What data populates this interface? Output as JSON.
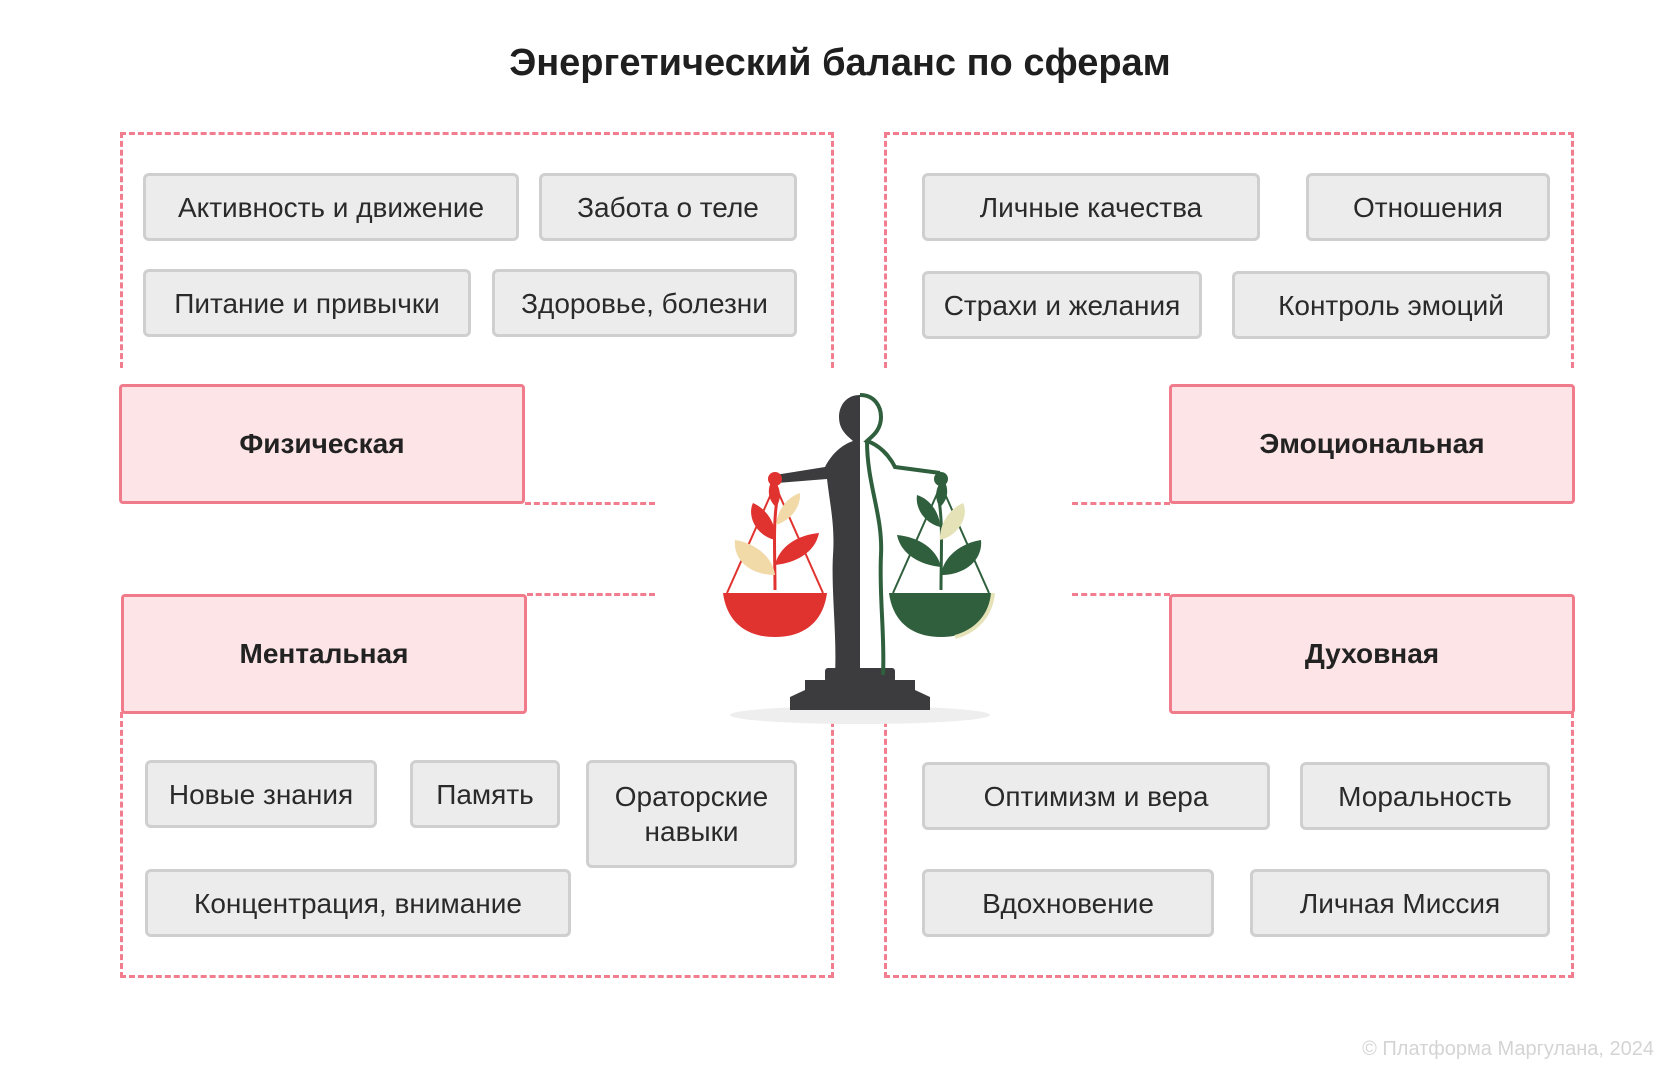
{
  "title": "Энергетический баланс по сферам",
  "spheres": {
    "physical": {
      "label": "Физическая",
      "items": [
        "Активность и движение",
        "Забота о теле",
        "Питание и привычки",
        "Здоровье, болезни"
      ]
    },
    "emotional": {
      "label": "Эмоциональная",
      "items": [
        "Личные качества",
        "Отношения",
        "Страхи и желания",
        "Контроль эмоций"
      ]
    },
    "mental": {
      "label": "Ментальная",
      "items": [
        "Новые знания",
        "Память",
        "Ораторские навыки",
        "Концентрация, внимание"
      ]
    },
    "spiritual": {
      "label": "Духовная",
      "items": [
        "Оптимизм и вера",
        "Моральность",
        "Вдохновение",
        "Личная Миссия"
      ]
    }
  },
  "center_icon": "scales-of-balance-icon",
  "colors": {
    "accent_dashed": "#f27d8e",
    "header_fill": "#fde4e7",
    "header_border": "#ef7b8b",
    "chip_fill": "#ececec",
    "chip_border": "#cfcfcf",
    "scale_red": "#e0322f",
    "scale_green": "#2f5f3c"
  },
  "copyright": "© Платформа Маргулана, 2024"
}
